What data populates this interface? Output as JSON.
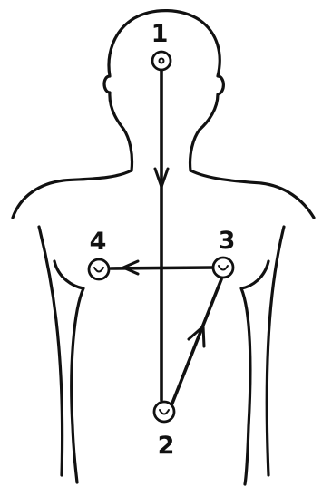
{
  "diagram": {
    "points": [
      {
        "label": "1"
      },
      {
        "label": "2"
      },
      {
        "label": "3"
      },
      {
        "label": "4"
      }
    ]
  }
}
